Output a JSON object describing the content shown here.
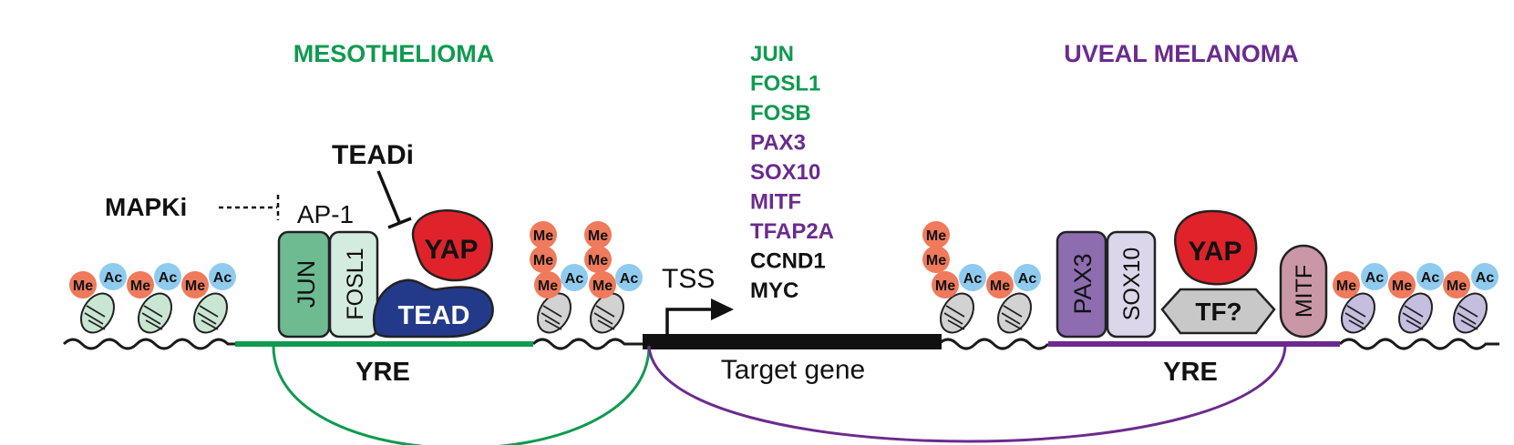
{
  "headings": {
    "left": "MESOTHELIOMA",
    "right": "UVEAL MELANOMA"
  },
  "inhibitors": {
    "mapk": "MAPKi",
    "tead": "TEADi"
  },
  "complex_labels": {
    "ap1": "AP-1",
    "tss": "TSS",
    "target_gene": "Target gene",
    "yre": "YRE"
  },
  "proteins": {
    "jun": "JUN",
    "fosl1": "FOSL1",
    "yap": "YAP",
    "tead": "TEAD",
    "pax3": "PAX3",
    "sox10": "SOX10",
    "tf": "TF?",
    "mitf": "MITF"
  },
  "marks": {
    "methyl": "Me",
    "acetyl": "Ac"
  },
  "gene_list": [
    {
      "name": "JUN",
      "group": "meso"
    },
    {
      "name": "FOSL1",
      "group": "meso"
    },
    {
      "name": "FOSB",
      "group": "meso"
    },
    {
      "name": "PAX3",
      "group": "uveal"
    },
    {
      "name": "SOX10",
      "group": "uveal"
    },
    {
      "name": "MITF",
      "group": "uveal"
    },
    {
      "name": "TFAP2A",
      "group": "uveal"
    },
    {
      "name": "CCND1",
      "group": "shared"
    },
    {
      "name": "MYC",
      "group": "shared"
    }
  ],
  "colors": {
    "meso": "#0f9a50",
    "uveal": "#6b2b8e",
    "shared": "#111111",
    "yap": "#e0222b",
    "tead": "#233a8b",
    "me": "#ef7a5c",
    "ac": "#8fcbef",
    "jun": "#6ebb92",
    "fosl1": "#d4ecdf",
    "pax3": "#8d6db0",
    "sox10": "#dcd6ea",
    "tf": "#c8c8c8",
    "mitf": "#c997a6",
    "nuc_meso": "#c9e6d2",
    "nuc_mid": "#d2d2d2",
    "nuc_uveal": "#c6bedf"
  }
}
